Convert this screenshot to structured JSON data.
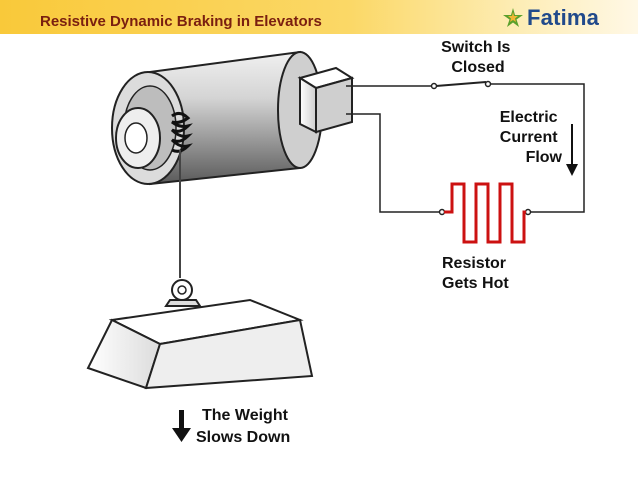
{
  "header": {
    "title": "Resistive Dynamic Braking in Elevators",
    "logo_text": "Fatima",
    "logo_icon": "leaf-star-icon",
    "colors": {
      "title": "#7a1f10",
      "logo_text": "#214a8b",
      "logo_icon": "#5aa02c",
      "bar": "#f9c93a"
    }
  },
  "diagram": {
    "switch_label": [
      "Switch Is",
      "Closed"
    ],
    "current_label": [
      "Electric",
      "Current",
      "Flow"
    ],
    "resistor_label": [
      "Resistor",
      "Gets Hot"
    ],
    "weight_label": [
      "The Weight",
      "Slows Down"
    ],
    "colors": {
      "resistor": "#cc1111",
      "lines": "#222222"
    }
  }
}
